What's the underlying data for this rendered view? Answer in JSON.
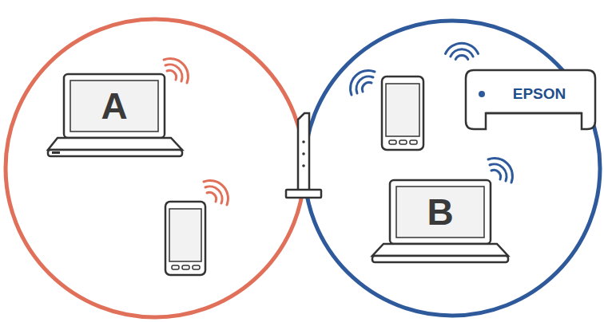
{
  "diagram": {
    "nodes": [
      {
        "text": [
          "A"
        ]
      },
      {
        "text": [
          "EPSON"
        ]
      },
      {
        "text": [
          "B"
        ]
      }
    ]
  }
}
